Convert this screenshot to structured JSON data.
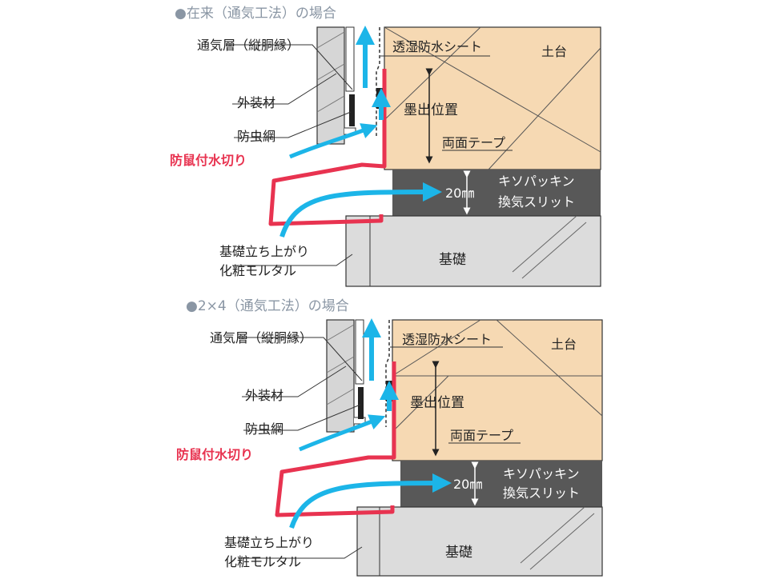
{
  "colors": {
    "wood": "#f6d9b3",
    "foundation": "#dcdcdc",
    "packing": "#585858",
    "flashing": "#e83350",
    "airflow": "#1cb5e8",
    "title": "#8a96a4"
  },
  "diagrams": [
    {
      "title": "●在来（通気工法）の場合",
      "labels": {
        "air_layer": "通気層（縦胴縁）",
        "cladding": "外装材",
        "insect_net": "防虫網",
        "flashing": "防鼠付水切り",
        "foundation_mortar_1": "基礎立ち上がり",
        "foundation_mortar_2": "化粧モルタル",
        "sheet": "透湿防水シート",
        "sill": "土台",
        "ink_line": "墨出位置",
        "tape": "両面テープ",
        "packing_1": "キソパッキン",
        "packing_2": "換気スリット",
        "gap": "20㎜",
        "foundation": "基礎"
      }
    },
    {
      "title": "●2×4（通気工法）の場合",
      "labels": {
        "air_layer": "通気層（縦胴縁）",
        "cladding": "外装材",
        "insect_net": "防虫網",
        "flashing": "防鼠付水切り",
        "foundation_mortar_1": "基礎立ち上がり",
        "foundation_mortar_2": "化粧モルタル",
        "sheet": "透湿防水シート",
        "sill": "土台",
        "ink_line": "墨出位置",
        "tape": "両面テープ",
        "packing_1": "キソパッキン",
        "packing_2": "換気スリット",
        "gap": "20㎜",
        "foundation": "基礎"
      }
    }
  ]
}
